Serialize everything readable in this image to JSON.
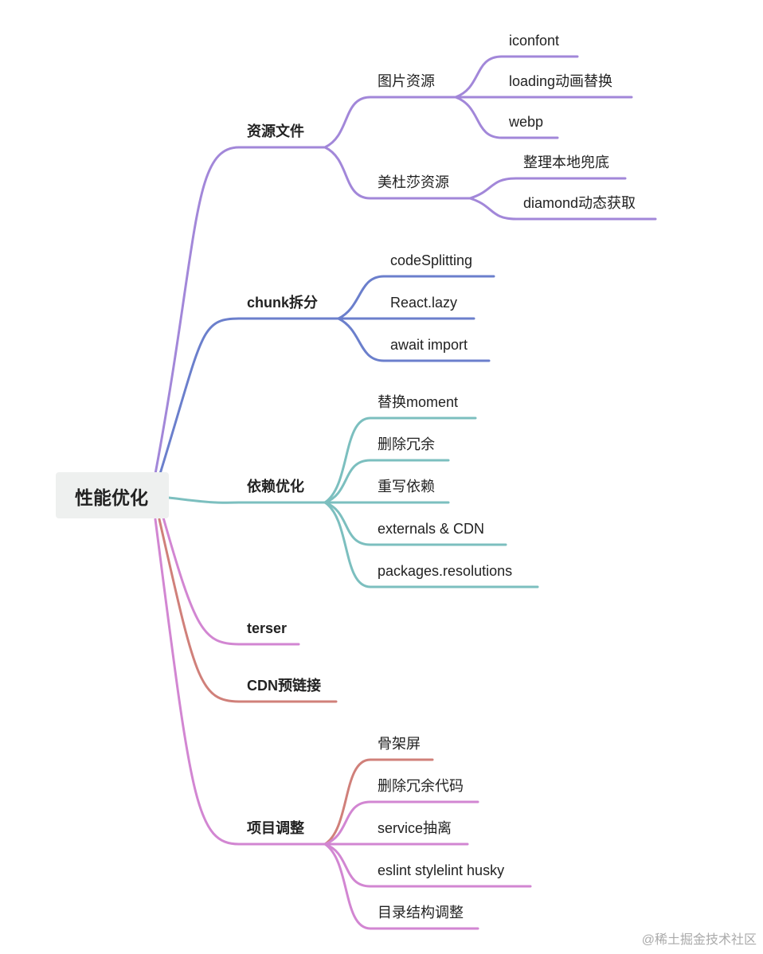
{
  "root": "性能优化",
  "colors": {
    "purple": "#a287d9",
    "blue": "#6b7fcc",
    "teal": "#7cbfbf",
    "pink": "#d286d2",
    "red": "#d0807a"
  },
  "branches": [
    {
      "label": "资源文件",
      "color": "purple",
      "children": [
        {
          "label": "图片资源",
          "children": [
            "iconfont",
            "loading动画替换",
            "webp"
          ]
        },
        {
          "label": "美杜莎资源",
          "children": [
            "整理本地兜底",
            "diamond动态获取"
          ]
        }
      ]
    },
    {
      "label": "chunk拆分",
      "color": "blue",
      "children": [
        "codeSplitting",
        "React.lazy",
        "await import"
      ]
    },
    {
      "label": "依赖优化",
      "color": "teal",
      "children": [
        "替换moment",
        "删除冗余",
        "重写依赖",
        "externals & CDN",
        "packages.resolutions"
      ]
    },
    {
      "label": "terser",
      "color": "pink",
      "children": []
    },
    {
      "label": "CDN预链接",
      "color": "red",
      "children": []
    },
    {
      "label": "项目调整",
      "color": "pink",
      "children": [
        "骨架屏",
        "删除冗余代码",
        "service抽离",
        "eslint stylelint husky",
        "目录结构调整"
      ]
    }
  ],
  "watermark": "@稀土掘金技术社区"
}
